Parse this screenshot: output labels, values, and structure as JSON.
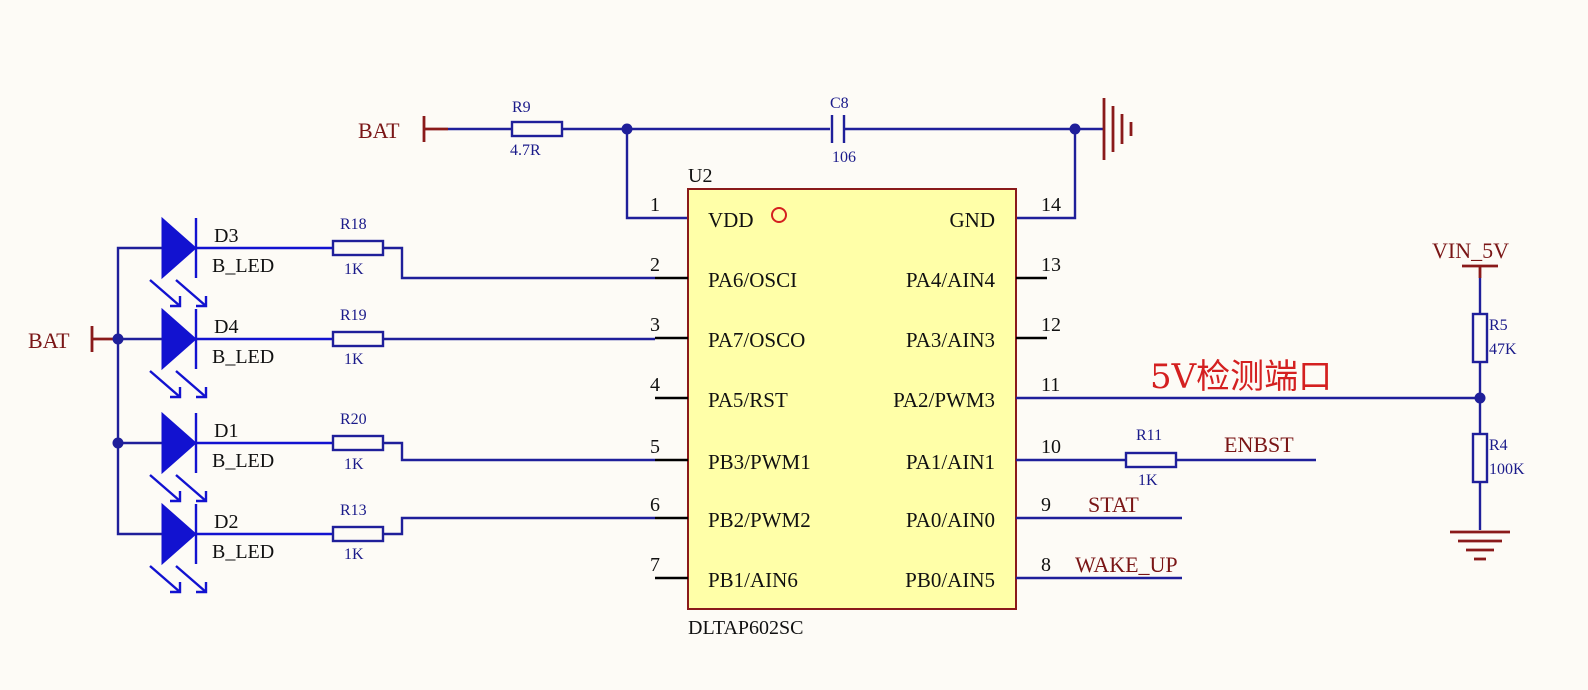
{
  "chip": {
    "designator": "U2",
    "part": "DLTAP602SC",
    "left_pins": [
      {
        "num": "1",
        "name": "VDD"
      },
      {
        "num": "2",
        "name": "PA6/OSCI"
      },
      {
        "num": "3",
        "name": "PA7/OSCO"
      },
      {
        "num": "4",
        "name": "PA5/RST"
      },
      {
        "num": "5",
        "name": "PB3/PWM1"
      },
      {
        "num": "6",
        "name": "PB2/PWM2"
      },
      {
        "num": "7",
        "name": "PB1/AIN6"
      }
    ],
    "right_pins": [
      {
        "num": "14",
        "name": "GND"
      },
      {
        "num": "13",
        "name": "PA4/AIN4"
      },
      {
        "num": "12",
        "name": "PA3/AIN3"
      },
      {
        "num": "11",
        "name": "PA2/PWM3"
      },
      {
        "num": "10",
        "name": "PA1/AIN1"
      },
      {
        "num": "9",
        "name": "PA0/AIN0"
      },
      {
        "num": "8",
        "name": "PB0/AIN5"
      }
    ]
  },
  "components": {
    "r9": {
      "ref": "R9",
      "value": "4.7R"
    },
    "c8": {
      "ref": "C8",
      "value": "106"
    },
    "r18": {
      "ref": "R18",
      "value": "1K"
    },
    "r19": {
      "ref": "R19",
      "value": "1K"
    },
    "r20": {
      "ref": "R20",
      "value": "1K"
    },
    "r13": {
      "ref": "R13",
      "value": "1K"
    },
    "r11": {
      "ref": "R11",
      "value": "1K"
    },
    "r5": {
      "ref": "R5",
      "value": "47K"
    },
    "r4": {
      "ref": "R4",
      "value": "100K"
    },
    "d3": {
      "ref": "D3",
      "value": "B_LED"
    },
    "d4": {
      "ref": "D4",
      "value": "B_LED"
    },
    "d1": {
      "ref": "D1",
      "value": "B_LED"
    },
    "d2": {
      "ref": "D2",
      "value": "B_LED"
    }
  },
  "nets": {
    "bat_top": "BAT",
    "bat_left": "BAT",
    "vin": "VIN_5V",
    "enbst": "ENBST",
    "stat": "STAT",
    "wake": "WAKE_UP"
  },
  "annotation": "5V检测端口",
  "colors": {
    "wire": "#1f1f9a",
    "chip_fill": "#ffffa8",
    "chip_border": "#8a1a1a",
    "led": "#1212d0",
    "net_label": "#7a1616",
    "annotation": "#d42020"
  }
}
